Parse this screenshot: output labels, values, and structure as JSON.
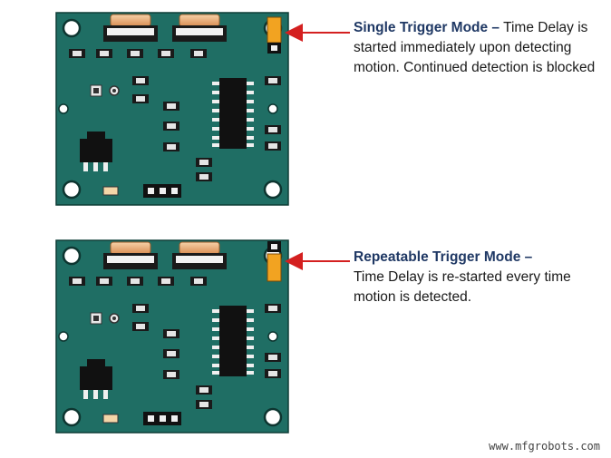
{
  "modes": [
    {
      "title": "Single Trigger Mode –",
      "description": "Time Delay is started immediately upon detecting motion. Continued detection is blocked",
      "jumper_position": "top"
    },
    {
      "title": "Repeatable Trigger Mode –",
      "description": "Time Delay is re-started every time motion is detected.",
      "jumper_position": "bottom"
    }
  ],
  "watermark": "www.mfgrobots.com",
  "colors": {
    "pcb": "#1f6e64",
    "jumper": "#f2a321",
    "arrow": "#d42020",
    "title_text": "#1f3864"
  }
}
